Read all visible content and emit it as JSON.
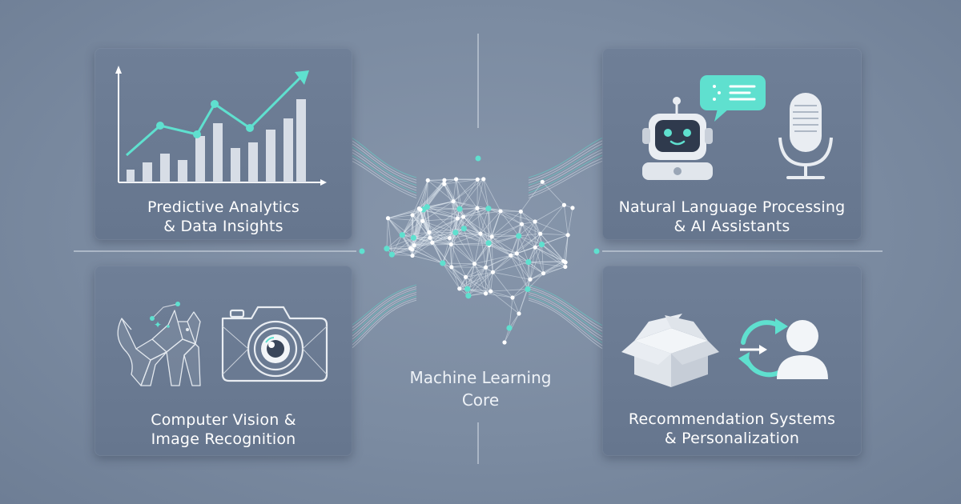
{
  "panels": {
    "predictive": {
      "line1": "Predictive Analytics",
      "line2": "& Data Insights",
      "icon": "line-bar-chart-icon"
    },
    "nlp": {
      "line1": "Natural Language Processing",
      "line2": "& AI Assistants",
      "icon": "robot-chat-microphone-icon"
    },
    "vision": {
      "line1": "Computer Vision &",
      "line2": "Image Recognition",
      "icon": "cat-camera-icon"
    },
    "recommendation": {
      "line1": "Recommendation Systems",
      "line2": "& Personalization",
      "icon": "box-arrow-user-icon"
    }
  },
  "core": {
    "line1": "Machine Learning",
    "line2": "Core",
    "icon": "neural-brain-icon"
  },
  "colors": {
    "accent": "#5fe0cf",
    "panel": "#6b7b93",
    "background": "#7b8ba1",
    "line": "#dfe6ee"
  }
}
